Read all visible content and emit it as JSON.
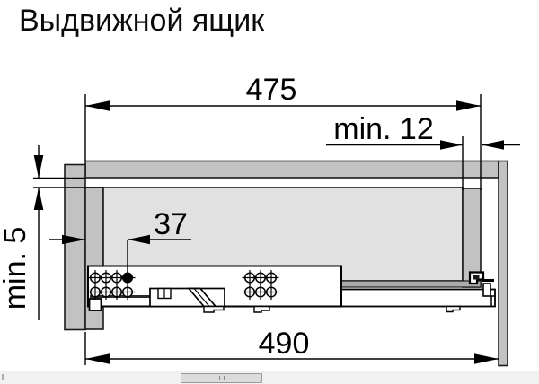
{
  "title": "Выдвижной ящик",
  "dims": {
    "slide_length": "475",
    "rear_min": "min. 12",
    "top_min": "min. 5",
    "hole_offset": "37",
    "overall_length": "490"
  },
  "colors": {
    "panel_gray": "#c2c2c2",
    "side_panel_gray": "#e1e1e1",
    "bottom_panel_gray": "#ababab",
    "outline_dark": "#1a1a1a",
    "dimension_black": "#000000",
    "scroll_track": "#f1f1f1",
    "scroll_thumb": "#dcdcdc"
  }
}
